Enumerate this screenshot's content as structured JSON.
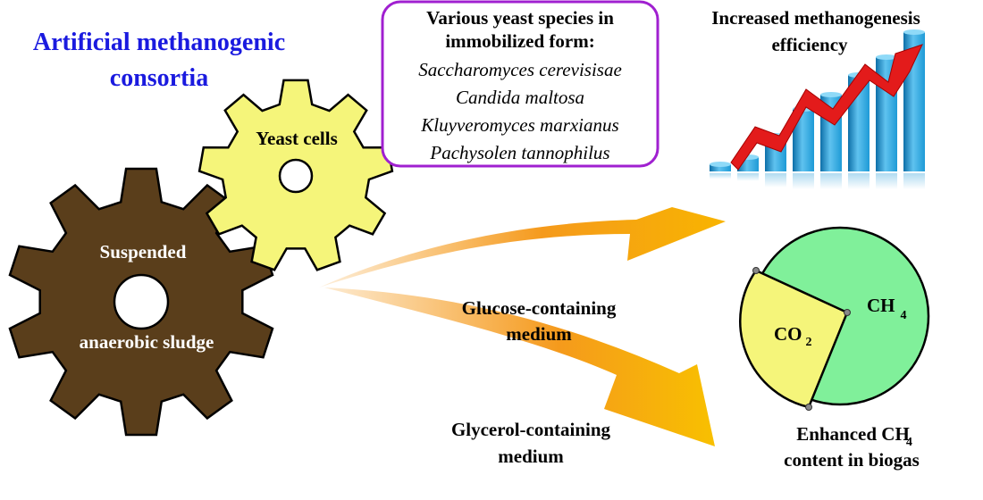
{
  "title": {
    "line1": "Artificial methanogenic",
    "line2": "consortia",
    "color": "#1a1adf"
  },
  "gears": {
    "sludge": {
      "label_top": "Suspended",
      "label_bottom": "anaerobic sludge",
      "color": "#5a3e1b"
    },
    "yeast": {
      "label": "Yeast cells",
      "color": "#f5f57a"
    }
  },
  "yeast_box": {
    "heading_line1": "Various yeast species in",
    "heading_line2": "immobilized form:",
    "species": [
      "Saccharomyces cerevisisae",
      "Candida maltosa",
      "Kluyveromyces marxianus",
      "Pachysolen tannophilus"
    ],
    "border_color": "#a020d0"
  },
  "media": {
    "glucose_line1": "Glucose-containing",
    "glucose_line2": "medium",
    "glycerol_line1": "Glycerol-containing",
    "glycerol_line2": "medium",
    "arrow_color": "#f59a1c"
  },
  "outcome_chart": {
    "caption_line1": "Increased methanogenesis",
    "caption_line2": "efficiency",
    "bar_color": "#1e9ad6",
    "trend_color": "#e31b1b"
  },
  "biogas_pie": {
    "ch4_label": "CH",
    "ch4_subscript": "4",
    "co2_label": "CO",
    "co2_subscript": "2",
    "ch4_color": "#80f09a",
    "co2_color": "#f5f57a",
    "caption_line1": "Enhanced CH",
    "caption_line1_subscript": "4",
    "caption_line2": "content in biogas"
  }
}
